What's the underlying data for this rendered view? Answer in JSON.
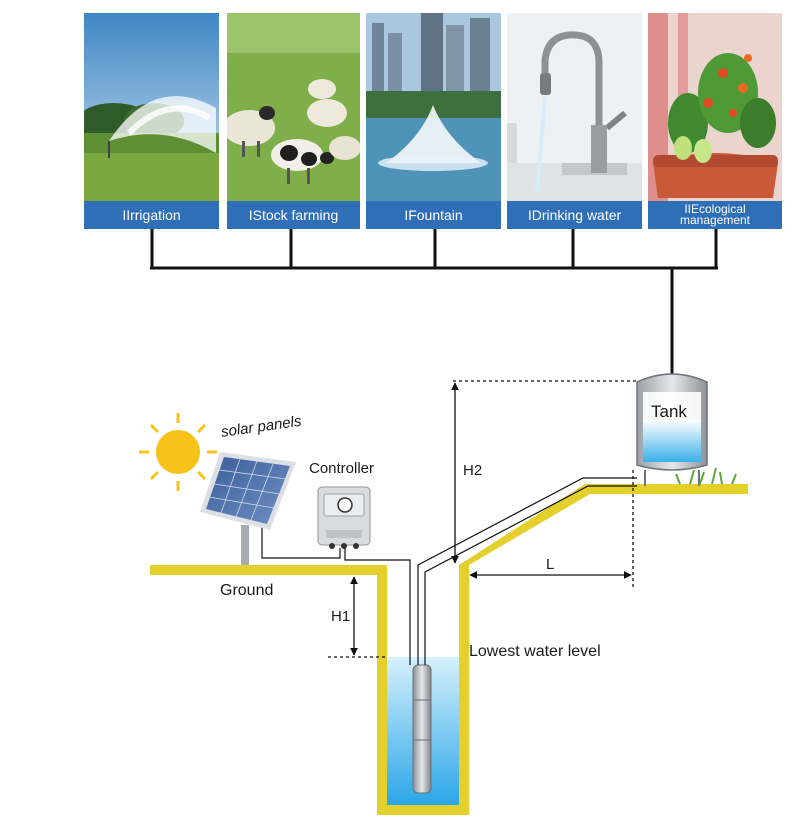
{
  "applications": [
    {
      "label": "IIrrigation",
      "icon": "irrigation-photo"
    },
    {
      "label": "IStock farming",
      "icon": "stock-farming-photo"
    },
    {
      "label": "IFountain",
      "icon": "fountain-photo"
    },
    {
      "label": "IDrinking water",
      "icon": "drinking-water-photo"
    },
    {
      "label": "IIEcological management",
      "icon": "ecological-management-photo"
    }
  ],
  "labels": {
    "tank": "Tank",
    "solar_panels": "solar panels",
    "controller": "Controller",
    "ground": "Ground",
    "h1": "H1",
    "h2": "H2",
    "l": "L",
    "lowest_water_level": "Lowest water level"
  },
  "colors": {
    "caption_blue": "#2f6fb7",
    "ground_yellow": "#e3d02c",
    "water_blue": "#3bb0ea",
    "sun_yellow": "#f7c31a",
    "line_black": "#111111"
  }
}
